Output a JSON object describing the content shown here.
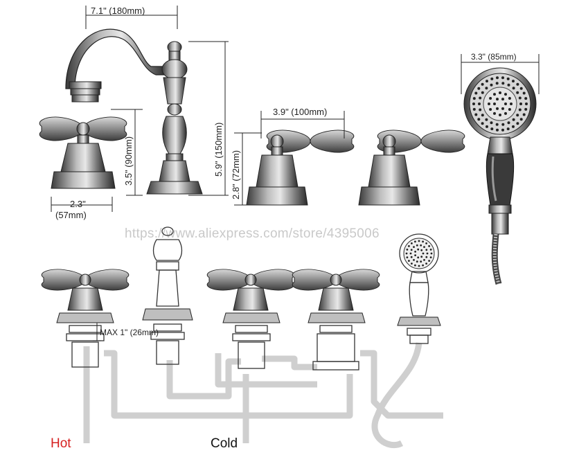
{
  "dimensions": {
    "spout_reach": "7.1\" (180mm)",
    "spout_height": "5.9\" (150mm)",
    "spout_opening": "3.5\" (90mm)",
    "handle_base_inch": "2.3\"",
    "handle_base_mm": "(57mm)",
    "handle_spread": "3.9\" (100mm)",
    "handle_height": "2.8\" (72mm)",
    "shower_head": "3.3\" (85mm)",
    "deck_max": "MAX 1\" (26mm)"
  },
  "watermark": "https://www.aliexpress.com/store/4395006",
  "labels": {
    "hot": "Hot",
    "cold": "Cold"
  },
  "colors": {
    "hot": "#d62020",
    "metal": "#8a8a8a",
    "pipe": "#cfcfcf"
  }
}
